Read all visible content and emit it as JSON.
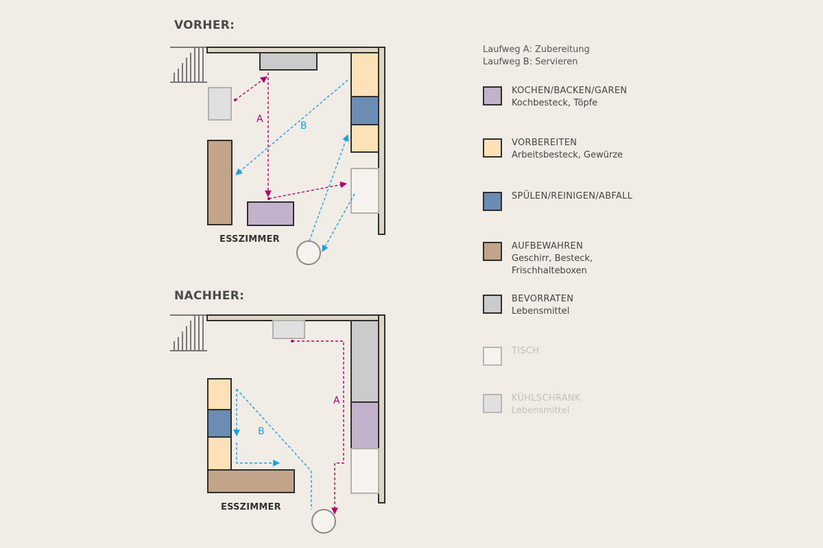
{
  "before": {
    "title": "VORHER:",
    "room_label": "ESSZIMMER",
    "route_a": "A",
    "route_b": "B"
  },
  "after": {
    "title": "NACHHER:",
    "room_label": "ESSZIMMER",
    "route_a": "A",
    "route_b": "B"
  },
  "colors": {
    "cooking": "#c2b2cb",
    "prep": "#fde1b8",
    "sink": "#6c8db3",
    "storage": "#c2a48a",
    "pantry": "#cbcbcb",
    "table": "#f6f2ee",
    "fridge": "#e1e0e0",
    "wall": "#ddd5c6",
    "route_a": "#b4006b",
    "route_b": "#1a9ee0"
  },
  "legend": {
    "route_a": "Laufweg A: Zubereitung",
    "route_b": "Laufweg B: Servieren",
    "items": [
      {
        "title": "KOCHEN/BACKEN/GAREN",
        "sub": "Kochbesteck, Töpfe"
      },
      {
        "title": "VORBEREITEN",
        "sub": "Arbeitsbesteck, Gewürze"
      },
      {
        "title": "SPÜLEN/REINIGEN/ABFALL",
        "sub": ""
      },
      {
        "title": "AUFBEWAHREN",
        "sub": "Geschirr, Besteck,",
        "sub2": "Frischhalteboxen"
      },
      {
        "title": "BEVORRATEN",
        "sub": "Lebensmittel"
      },
      {
        "title": "TISCH",
        "sub": ""
      },
      {
        "title": "KÜHLSCHRANK",
        "sub": "Lebensmittel"
      }
    ]
  }
}
